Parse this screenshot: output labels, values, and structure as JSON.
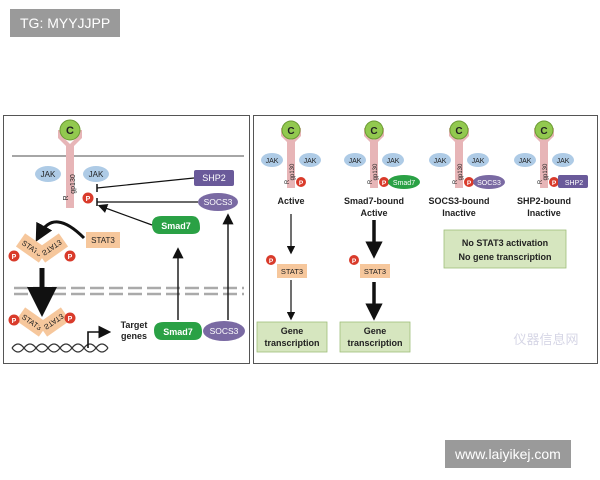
{
  "badges": {
    "top_left": "TG: MYYJJPP",
    "bottom_right": "www.laiyikej.com"
  },
  "watermark": "仪器信息网",
  "left": {
    "cytokine": "C",
    "jak_left": "JAK",
    "jak_right": "JAK",
    "receptor_r": "R",
    "receptor_gp": "gp130",
    "phospho": "P",
    "shp2": "SHP2",
    "socs3_top": "SOCS3",
    "smad7_top": "Smad7",
    "stat3_free": "STAT3",
    "dimer_upper_a": "STAT3",
    "dimer_upper_b": "STAT3",
    "dimer_lower_a": "STAT3",
    "dimer_lower_b": "STAT3",
    "target_line1": "Target",
    "target_line2": "genes",
    "smad7_bottom": "Smad7",
    "socs3_bottom": "SOCS3"
  },
  "right": {
    "columns": [
      {
        "state_line1": "Active",
        "state_line2": "",
        "bound": ""
      },
      {
        "state_line1": "Smad7-bound",
        "state_line2": "Active",
        "bound": "Smad7"
      },
      {
        "state_line1": "SOCS3-bound",
        "state_line2": "Inactive",
        "bound": "SOCS3"
      },
      {
        "state_line1": "SHP2-bound",
        "state_line2": "Inactive",
        "bound": "SHP2"
      }
    ],
    "cytokine": "C",
    "jak": "JAK",
    "receptor_r": "R",
    "receptor_gp": "gp130",
    "phospho": "P",
    "stat3": "STAT3",
    "gene_line1": "Gene",
    "gene_line2": "transcription",
    "no_activation_line1": "No STAT3 activation",
    "no_activation_line2": "No gene transcription"
  },
  "colors": {
    "jak": "#aecbe6",
    "receptor": "#e7b5b7",
    "cytokine": "#92c94f",
    "stat3": "#f6c79c",
    "phospho": "#d93b2b",
    "smad7": "#2aa145",
    "socs3": "#7a6aa3",
    "shp2": "#6a5a9a",
    "gene_box": "#d6e6bf"
  }
}
